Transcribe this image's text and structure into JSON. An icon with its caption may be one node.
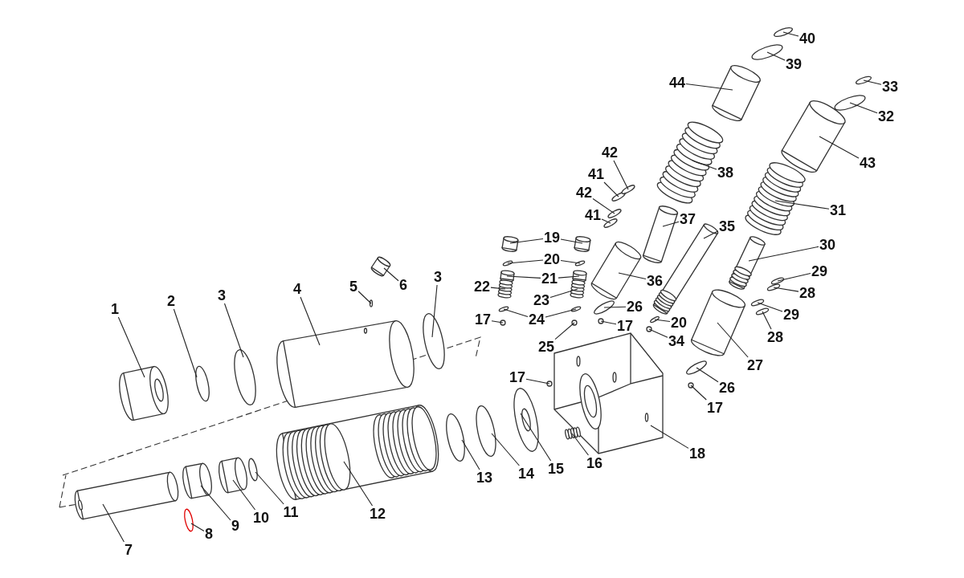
{
  "diagram": {
    "nodes": [
      {
        "text": [
          "1"
        ]
      },
      {
        "text": [
          "2"
        ]
      },
      {
        "text": [
          "3"
        ]
      },
      {
        "text": [
          "4"
        ]
      },
      {
        "text": [
          "5"
        ]
      },
      {
        "text": [
          "6"
        ]
      },
      {
        "text": [
          "3"
        ]
      },
      {
        "text": [
          "7"
        ]
      },
      {
        "text": [
          "8"
        ]
      },
      {
        "text": [
          "9"
        ]
      },
      {
        "text": [
          "10"
        ]
      },
      {
        "text": [
          "11"
        ]
      },
      {
        "text": [
          "12"
        ]
      },
      {
        "text": [
          "13"
        ]
      },
      {
        "text": [
          "14"
        ]
      },
      {
        "text": [
          "15"
        ]
      },
      {
        "text": [
          "16"
        ]
      },
      {
        "text": [
          "17"
        ]
      },
      {
        "text": [
          "17"
        ]
      },
      {
        "text": [
          "17"
        ]
      },
      {
        "text": [
          "17"
        ]
      },
      {
        "text": [
          "18"
        ]
      },
      {
        "text": [
          "19"
        ]
      },
      {
        "text": [
          "20"
        ]
      },
      {
        "text": [
          "21"
        ]
      },
      {
        "text": [
          "22"
        ]
      },
      {
        "text": [
          "23"
        ]
      },
      {
        "text": [
          "24"
        ]
      },
      {
        "text": [
          "25"
        ]
      },
      {
        "text": [
          "26"
        ]
      },
      {
        "text": [
          "20"
        ]
      },
      {
        "text": [
          "34"
        ]
      },
      {
        "text": [
          "26"
        ]
      },
      {
        "text": [
          "27"
        ]
      },
      {
        "text": [
          "28"
        ]
      },
      {
        "text": [
          "28"
        ]
      },
      {
        "text": [
          "29"
        ]
      },
      {
        "text": [
          "29"
        ]
      },
      {
        "text": [
          "30"
        ]
      },
      {
        "text": [
          "31"
        ]
      },
      {
        "text": [
          "32"
        ]
      },
      {
        "text": [
          "33"
        ]
      },
      {
        "text": [
          "35"
        ]
      },
      {
        "text": [
          "36"
        ]
      },
      {
        "text": [
          "37"
        ]
      },
      {
        "text": [
          "38"
        ]
      },
      {
        "text": [
          "39"
        ]
      },
      {
        "text": [
          "40"
        ]
      },
      {
        "text": [
          "41"
        ]
      },
      {
        "text": [
          "41"
        ]
      },
      {
        "text": [
          "42"
        ]
      },
      {
        "text": [
          "42"
        ]
      },
      {
        "text": [
          "43"
        ]
      },
      {
        "text": [
          "44"
        ]
      },
      {
        "text": [],
        "shape": "cylinder"
      },
      {
        "text": [],
        "shape": "ring"
      },
      {
        "text": [],
        "shape": "ring"
      },
      {
        "text": [],
        "shape": "cylinder"
      },
      {
        "text": [],
        "shape": "ring"
      },
      {
        "text": [],
        "shape": "cylinder"
      },
      {
        "text": [],
        "shape": "ring"
      },
      {
        "text": [],
        "shape": "cylinder"
      },
      {
        "text": [],
        "shape": "ring"
      },
      {
        "text": [],
        "shape": "cylinder"
      },
      {
        "text": [],
        "shape": "cylinder"
      },
      {
        "text": [],
        "shape": "ring"
      },
      {
        "text": [],
        "shape": "cylinder"
      },
      {
        "text": [],
        "shape": "ring"
      },
      {
        "text": [],
        "shape": "ring"
      },
      {
        "text": [],
        "shape": "ring"
      },
      {
        "text": [],
        "shape": "spring"
      },
      {
        "text": [],
        "shape": "circle"
      },
      {
        "text": [],
        "shape": "circle"
      },
      {
        "text": [],
        "shape": "circle"
      },
      {
        "text": [],
        "shape": "circle"
      },
      {
        "text": [],
        "shape": "box"
      },
      {
        "text": [],
        "shape": "cylinder"
      },
      {
        "text": [],
        "shape": "cylinder"
      },
      {
        "text": [],
        "shape": "ring"
      },
      {
        "text": [],
        "shape": "ring"
      },
      {
        "text": [],
        "shape": "cylinder"
      },
      {
        "text": [],
        "shape": "cylinder"
      },
      {
        "text": [],
        "shape": "spring"
      },
      {
        "text": [],
        "shape": "spring"
      },
      {
        "text": [],
        "shape": "ring"
      },
      {
        "text": [],
        "shape": "ring"
      },
      {
        "text": [],
        "shape": "circle"
      },
      {
        "text": [],
        "shape": "ring"
      },
      {
        "text": [],
        "shape": "ring"
      },
      {
        "text": [],
        "shape": "circle"
      },
      {
        "text": [],
        "shape": "ring"
      },
      {
        "text": [],
        "shape": "cylinder"
      },
      {
        "text": [],
        "shape": "ring"
      },
      {
        "text": [],
        "shape": "ring"
      },
      {
        "text": [],
        "shape": "ring"
      },
      {
        "text": [],
        "shape": "ring"
      },
      {
        "text": [],
        "shape": "cylinder"
      },
      {
        "text": [],
        "shape": "spring"
      },
      {
        "text": [],
        "shape": "ring"
      },
      {
        "text": [],
        "shape": "ring"
      },
      {
        "text": [],
        "shape": "cylinder"
      },
      {
        "text": [],
        "shape": "cylinder"
      },
      {
        "text": [],
        "shape": "cylinder"
      },
      {
        "text": [],
        "shape": "spring"
      },
      {
        "text": [],
        "shape": "ring"
      },
      {
        "text": [],
        "shape": "ring"
      },
      {
        "text": [],
        "shape": "ring"
      },
      {
        "text": [],
        "shape": "ring"
      },
      {
        "text": [],
        "shape": "ring"
      },
      {
        "text": [],
        "shape": "ring"
      },
      {
        "text": [],
        "shape": "cylinder"
      },
      {
        "text": [],
        "shape": "cylinder"
      }
    ],
    "edges": [
      {
        "from": 0,
        "to": 54,
        "arrow": "none"
      },
      {
        "from": 1,
        "to": 55,
        "arrow": "none"
      },
      {
        "from": 2,
        "to": 56,
        "arrow": "none"
      },
      {
        "from": 3,
        "to": 57,
        "arrow": "none"
      },
      {
        "from": 4,
        "to": 58,
        "arrow": "none"
      },
      {
        "from": 5,
        "to": 59,
        "arrow": "none"
      },
      {
        "from": 6,
        "to": 60,
        "arrow": "none"
      },
      {
        "from": 7,
        "to": 61,
        "arrow": "none"
      },
      {
        "from": 8,
        "to": 62,
        "arrow": "none"
      },
      {
        "from": 9,
        "to": 63,
        "arrow": "none"
      },
      {
        "from": 10,
        "to": 64,
        "arrow": "none"
      },
      {
        "from": 11,
        "to": 65,
        "arrow": "none"
      },
      {
        "from": 12,
        "to": 66,
        "arrow": "none"
      },
      {
        "from": 13,
        "to": 67,
        "arrow": "none"
      },
      {
        "from": 14,
        "to": 68,
        "arrow": "none"
      },
      {
        "from": 15,
        "to": 69,
        "arrow": "none"
      },
      {
        "from": 16,
        "to": 70,
        "arrow": "none"
      },
      {
        "from": 17,
        "to": 71,
        "arrow": "none"
      },
      {
        "from": 18,
        "to": 72,
        "arrow": "none"
      },
      {
        "from": 19,
        "to": 73,
        "arrow": "none"
      },
      {
        "from": 20,
        "to": 74,
        "arrow": "none"
      },
      {
        "from": 21,
        "to": 75,
        "arrow": "none"
      },
      {
        "from": 22,
        "to": 76,
        "arrow": "none"
      },
      {
        "from": 22,
        "to": 77,
        "arrow": "none"
      },
      {
        "from": 23,
        "to": 78,
        "arrow": "none"
      },
      {
        "from": 23,
        "to": 79,
        "arrow": "none"
      },
      {
        "from": 24,
        "to": 80,
        "arrow": "none"
      },
      {
        "from": 24,
        "to": 81,
        "arrow": "none"
      },
      {
        "from": 25,
        "to": 82,
        "arrow": "none"
      },
      {
        "from": 26,
        "to": 83,
        "arrow": "none"
      },
      {
        "from": 27,
        "to": 84,
        "arrow": "none"
      },
      {
        "from": 27,
        "to": 85,
        "arrow": "none"
      },
      {
        "from": 28,
        "to": 86,
        "arrow": "none"
      },
      {
        "from": 29,
        "to": 87,
        "arrow": "none"
      },
      {
        "from": 30,
        "to": 88,
        "arrow": "none"
      },
      {
        "from": 31,
        "to": 89,
        "arrow": "none"
      },
      {
        "from": 32,
        "to": 90,
        "arrow": "none"
      },
      {
        "from": 33,
        "to": 91,
        "arrow": "none"
      },
      {
        "from": 34,
        "to": 92,
        "arrow": "none"
      },
      {
        "from": 35,
        "to": 93,
        "arrow": "none"
      },
      {
        "from": 36,
        "to": 94,
        "arrow": "none"
      },
      {
        "from": 37,
        "to": 95,
        "arrow": "none"
      },
      {
        "from": 38,
        "to": 96,
        "arrow": "none"
      },
      {
        "from": 39,
        "to": 97,
        "arrow": "none"
      },
      {
        "from": 40,
        "to": 98,
        "arrow": "none"
      },
      {
        "from": 41,
        "to": 99,
        "arrow": "none"
      },
      {
        "from": 42,
        "to": 100,
        "arrow": "none"
      },
      {
        "from": 43,
        "to": 101,
        "arrow": "none"
      },
      {
        "from": 44,
        "to": 102,
        "arrow": "none"
      },
      {
        "from": 45,
        "to": 103,
        "arrow": "none"
      },
      {
        "from": 46,
        "to": 104,
        "arrow": "none"
      },
      {
        "from": 47,
        "to": 105,
        "arrow": "none"
      },
      {
        "from": 48,
        "to": 106,
        "arrow": "none"
      },
      {
        "from": 49,
        "to": 107,
        "arrow": "none"
      },
      {
        "from": 50,
        "to": 108,
        "arrow": "none"
      },
      {
        "from": 51,
        "to": 109,
        "arrow": "none"
      },
      {
        "from": 52,
        "to": 110,
        "arrow": "none"
      },
      {
        "from": 53,
        "to": 111,
        "arrow": "none"
      }
    ]
  }
}
